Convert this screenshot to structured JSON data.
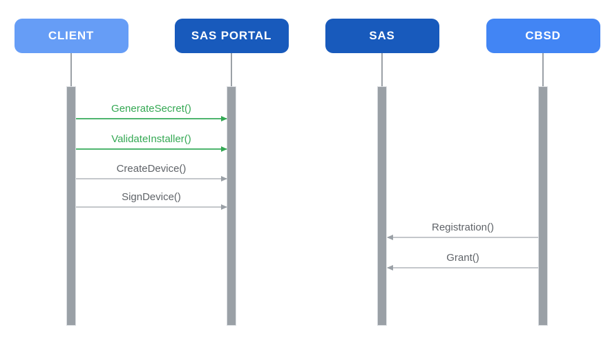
{
  "diagram": {
    "type": "sequence-diagram",
    "background": "#FFFFFF"
  },
  "actors": [
    {
      "label": "CLIENT",
      "box_color": "#669DF6"
    },
    {
      "label": "SAS PORTAL",
      "box_color": "#185ABC"
    },
    {
      "label": "SAS",
      "box_color": "#185ABC"
    },
    {
      "label": "CBSD",
      "box_color": "#4285F4"
    }
  ],
  "messages": [
    {
      "label": "GenerateSecret()",
      "from": "CLIENT",
      "to": "SAS PORTAL",
      "direction": "right",
      "color": "#34A853"
    },
    {
      "label": "ValidateInstaller()",
      "from": "CLIENT",
      "to": "SAS PORTAL",
      "direction": "right",
      "color": "#34A853"
    },
    {
      "label": "CreateDevice()",
      "from": "CLIENT",
      "to": "SAS PORTAL",
      "direction": "right",
      "color": "#5F6368"
    },
    {
      "label": "SignDevice()",
      "from": "CLIENT",
      "to": "SAS PORTAL",
      "direction": "right",
      "color": "#5F6368"
    },
    {
      "label": "Registration()",
      "from": "CBSD",
      "to": "SAS",
      "direction": "left",
      "color": "#5F6368"
    },
    {
      "label": "Grant()",
      "from": "CBSD",
      "to": "SAS",
      "direction": "left",
      "color": "#5F6368"
    }
  ],
  "colors": {
    "client_box": "#669DF6",
    "sas_portal_box": "#185ABC",
    "sas_box": "#185ABC",
    "cbsd_box": "#4285F4",
    "green_message": "#34A853",
    "gray_message_text": "#5F6368",
    "gray_arrow_line": "#C4C7CB",
    "gray_arrowhead": "#9AA0A6",
    "activation_bar": "#9AA0A6",
    "lifeline": "#9AA0A6"
  }
}
